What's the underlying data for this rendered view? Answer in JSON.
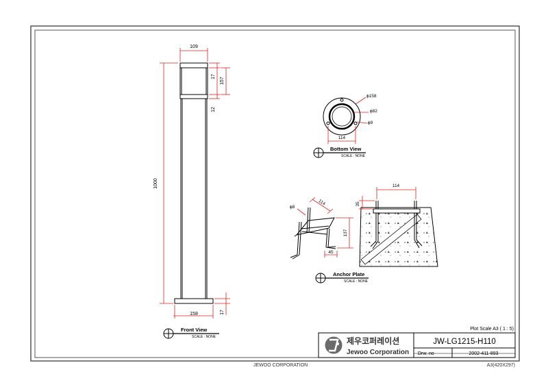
{
  "front_view": {
    "title": "Front View",
    "scale": "SCALE : NONE",
    "dims": {
      "top_width": "109",
      "base_width": "158",
      "height": "1000",
      "cap": "17",
      "window": "157",
      "band": "12",
      "base": "17"
    }
  },
  "bottom_view": {
    "title": "Bottom View",
    "scale": "SCALE : NONE",
    "dims": {
      "outer": "ϕ158",
      "inner": "ϕ82",
      "hole": "ϕ9",
      "pcd": "114"
    }
  },
  "anchor_plate": {
    "title": "Anchor Plate",
    "scale": "SCALE : NONE",
    "dims": {
      "rod": "ϕ8",
      "span": "114",
      "height": "137",
      "leg": "45",
      "concrete_width": "114",
      "protrusion": "35"
    }
  },
  "title_block": {
    "plot_scale": "Plot Scale   A3 ( 1 : 5)",
    "company_korean": "제우코퍼레이션",
    "company_english": "Jewoo Corporation",
    "model": "JW-LG1215-H110",
    "drw_label": "Drw. no",
    "drw_number": "2002-411-893"
  },
  "footer": {
    "company": "JEWOO CORPORATION",
    "paper": "A3(420X297)"
  },
  "colors": {
    "dimension": "#e0201c",
    "line": "#000000",
    "frame": "#555555"
  }
}
